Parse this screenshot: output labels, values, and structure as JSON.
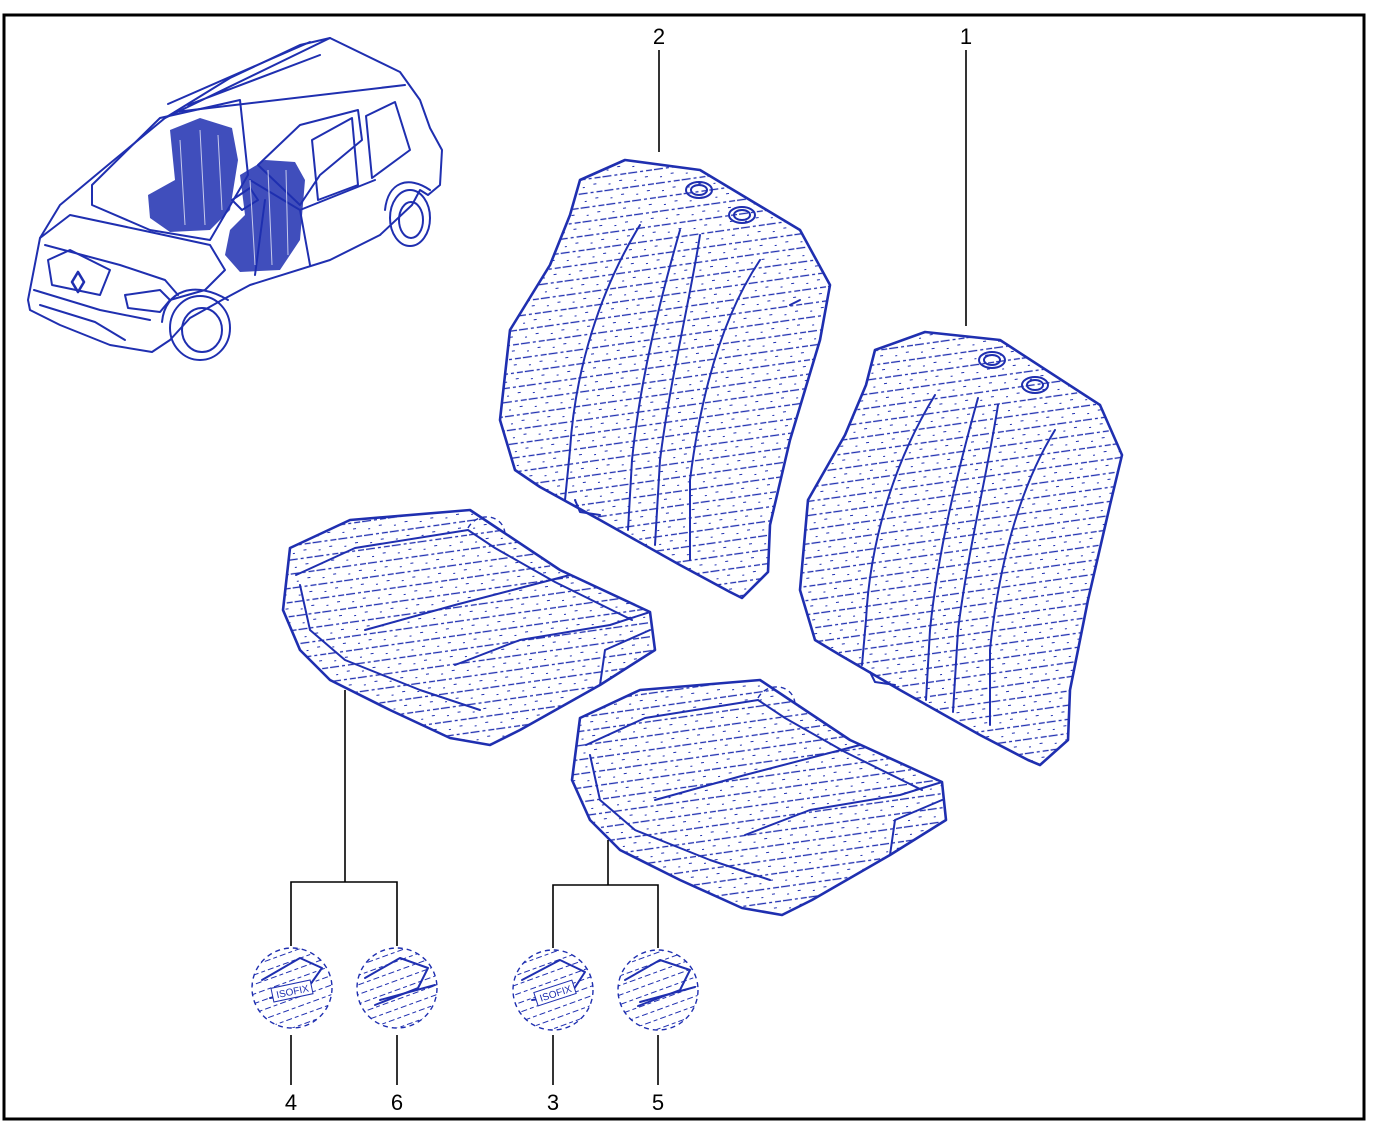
{
  "colors": {
    "ink": "#1f2fb0",
    "frame": "#000000",
    "background": "#ffffff"
  },
  "callouts": {
    "c1": "1",
    "c2": "2",
    "c3": "3",
    "c4": "4",
    "c5": "5",
    "c6": "6"
  },
  "labels": {
    "isofix_a": "ISOFIX",
    "isofix_b": "ISOFIX"
  },
  "icons": [
    "vehicle-overview-icon",
    "seat-back-cover",
    "seat-cushion-cover",
    "detail-patch-circle"
  ]
}
